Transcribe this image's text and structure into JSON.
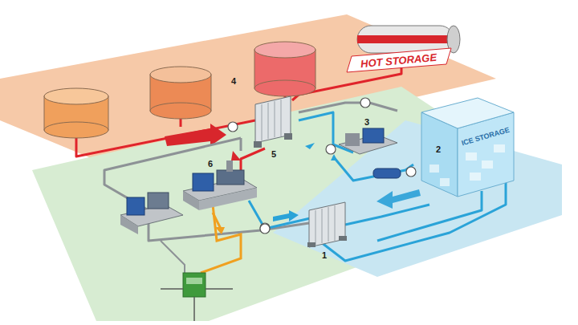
{
  "diagram": {
    "labels": [
      "HOT STORAGE",
      "4",
      "ICE STORAGE",
      "3",
      "2",
      "5",
      "6",
      "1"
    ]
  }
}
